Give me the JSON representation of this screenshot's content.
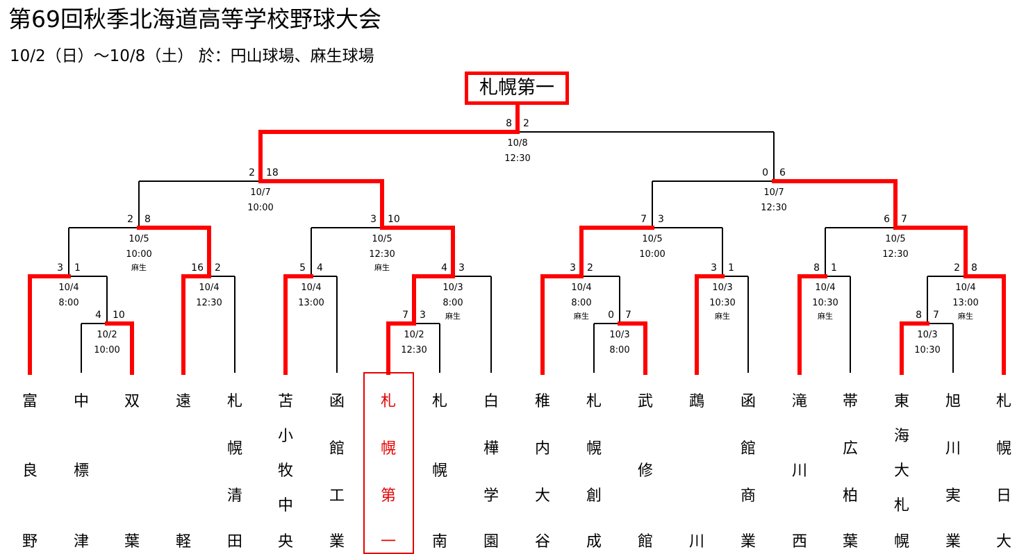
{
  "title": "第69回秋季北海道高等学校野球大会",
  "subtitle": "10/2（日）～10/8（土） 於：円山球場、麻生球場",
  "champion": "札幌第一",
  "colors": {
    "win": "#ff0000",
    "line": "#000000",
    "winner_team": "#e60000"
  },
  "teams": [
    {
      "chars": [
        "富",
        "良",
        "野"
      ],
      "winner": false
    },
    {
      "chars": [
        "中",
        "標",
        "津"
      ],
      "winner": false
    },
    {
      "chars": [
        "双",
        "葉"
      ],
      "winner": false
    },
    {
      "chars": [
        "遠",
        "軽"
      ],
      "winner": false
    },
    {
      "chars": [
        "札",
        "幌",
        "清",
        "田"
      ],
      "winner": false
    },
    {
      "chars": [
        "苫",
        "小",
        "牧",
        "中",
        "央"
      ],
      "winner": false
    },
    {
      "chars": [
        "函",
        "館",
        "工",
        "業"
      ],
      "winner": false
    },
    {
      "chars": [
        "札",
        "幌",
        "第",
        "一"
      ],
      "winner": true
    },
    {
      "chars": [
        "札",
        "幌",
        "南"
      ],
      "winner": false
    },
    {
      "chars": [
        "白",
        "樺",
        "学",
        "園"
      ],
      "winner": false
    },
    {
      "chars": [
        "稚",
        "内",
        "大",
        "谷"
      ],
      "winner": false
    },
    {
      "chars": [
        "札",
        "幌",
        "創",
        "成"
      ],
      "winner": false
    },
    {
      "chars": [
        "武",
        "修",
        "館"
      ],
      "winner": false
    },
    {
      "chars": [
        "鵡",
        "川"
      ],
      "winner": false
    },
    {
      "chars": [
        "函",
        "館",
        "商",
        "業"
      ],
      "winner": false
    },
    {
      "chars": [
        "滝",
        "川",
        "西"
      ],
      "winner": false
    },
    {
      "chars": [
        "帯",
        "広",
        "柏",
        "葉"
      ],
      "winner": false
    },
    {
      "chars": [
        "東",
        "海",
        "大",
        "札",
        "幌"
      ],
      "winner": false
    },
    {
      "chars": [
        "旭",
        "川",
        "実",
        "業"
      ],
      "winner": false
    },
    {
      "chars": [
        "札",
        "幌",
        "日",
        "大"
      ],
      "winner": false
    }
  ],
  "matches": [
    {
      "id": "r1-1",
      "left": "4",
      "right": "10",
      "date": "10/2",
      "time": "10:00",
      "venue": "",
      "winner": "right"
    },
    {
      "id": "r1-2",
      "left": "7",
      "right": "3",
      "date": "10/2",
      "time": "12:30",
      "venue": "",
      "winner": "left"
    },
    {
      "id": "r1-3",
      "left": "0",
      "right": "7",
      "date": "10/3",
      "time": "8:00",
      "venue": "",
      "winner": "right"
    },
    {
      "id": "r1-4",
      "left": "8",
      "right": "7",
      "date": "10/3",
      "time": "10:30",
      "venue": "",
      "winner": "left"
    },
    {
      "id": "r2-1",
      "left": "3",
      "right": "1",
      "date": "10/4",
      "time": "8:00",
      "venue": "",
      "winner": "left"
    },
    {
      "id": "r2-2",
      "left": "16",
      "right": "2",
      "date": "10/4",
      "time": "12:30",
      "venue": "",
      "winner": "left"
    },
    {
      "id": "r2-3",
      "left": "5",
      "right": "4",
      "date": "10/4",
      "time": "13:00",
      "venue": "",
      "winner": "left"
    },
    {
      "id": "r2-4",
      "left": "4",
      "right": "3",
      "date": "10/3",
      "time": "8:00",
      "venue": "麻生",
      "winner": "left"
    },
    {
      "id": "r2-5",
      "left": "3",
      "right": "2",
      "date": "10/4",
      "time": "8:00",
      "venue": "麻生",
      "winner": "left"
    },
    {
      "id": "r2-6",
      "left": "3",
      "right": "1",
      "date": "10/3",
      "time": "10:30",
      "venue": "麻生",
      "winner": "left"
    },
    {
      "id": "r2-7",
      "left": "8",
      "right": "1",
      "date": "10/4",
      "time": "10:30",
      "venue": "麻生",
      "winner": "left"
    },
    {
      "id": "r2-8",
      "left": "2",
      "right": "8",
      "date": "10/4",
      "time": "13:00",
      "venue": "麻生",
      "winner": "right"
    },
    {
      "id": "qf-1",
      "left": "2",
      "right": "8",
      "date": "10/5",
      "time": "10:00",
      "venue": "麻生",
      "winner": "right"
    },
    {
      "id": "qf-2",
      "left": "3",
      "right": "10",
      "date": "10/5",
      "time": "12:30",
      "venue": "麻生",
      "winner": "right"
    },
    {
      "id": "qf-3",
      "left": "7",
      "right": "3",
      "date": "10/5",
      "time": "10:00",
      "venue": "",
      "winner": "left"
    },
    {
      "id": "qf-4",
      "left": "6",
      "right": "7",
      "date": "10/5",
      "time": "12:30",
      "venue": "",
      "winner": "right"
    },
    {
      "id": "sf-1",
      "left": "2",
      "right": "18",
      "date": "10/7",
      "time": "10:00",
      "venue": "",
      "winner": "right"
    },
    {
      "id": "sf-2",
      "left": "0",
      "right": "6",
      "date": "10/7",
      "time": "12:30",
      "venue": "",
      "winner": "right"
    },
    {
      "id": "final",
      "left": "8",
      "right": "2",
      "date": "10/8",
      "time": "12:30",
      "venue": "",
      "winner": "left"
    }
  ]
}
